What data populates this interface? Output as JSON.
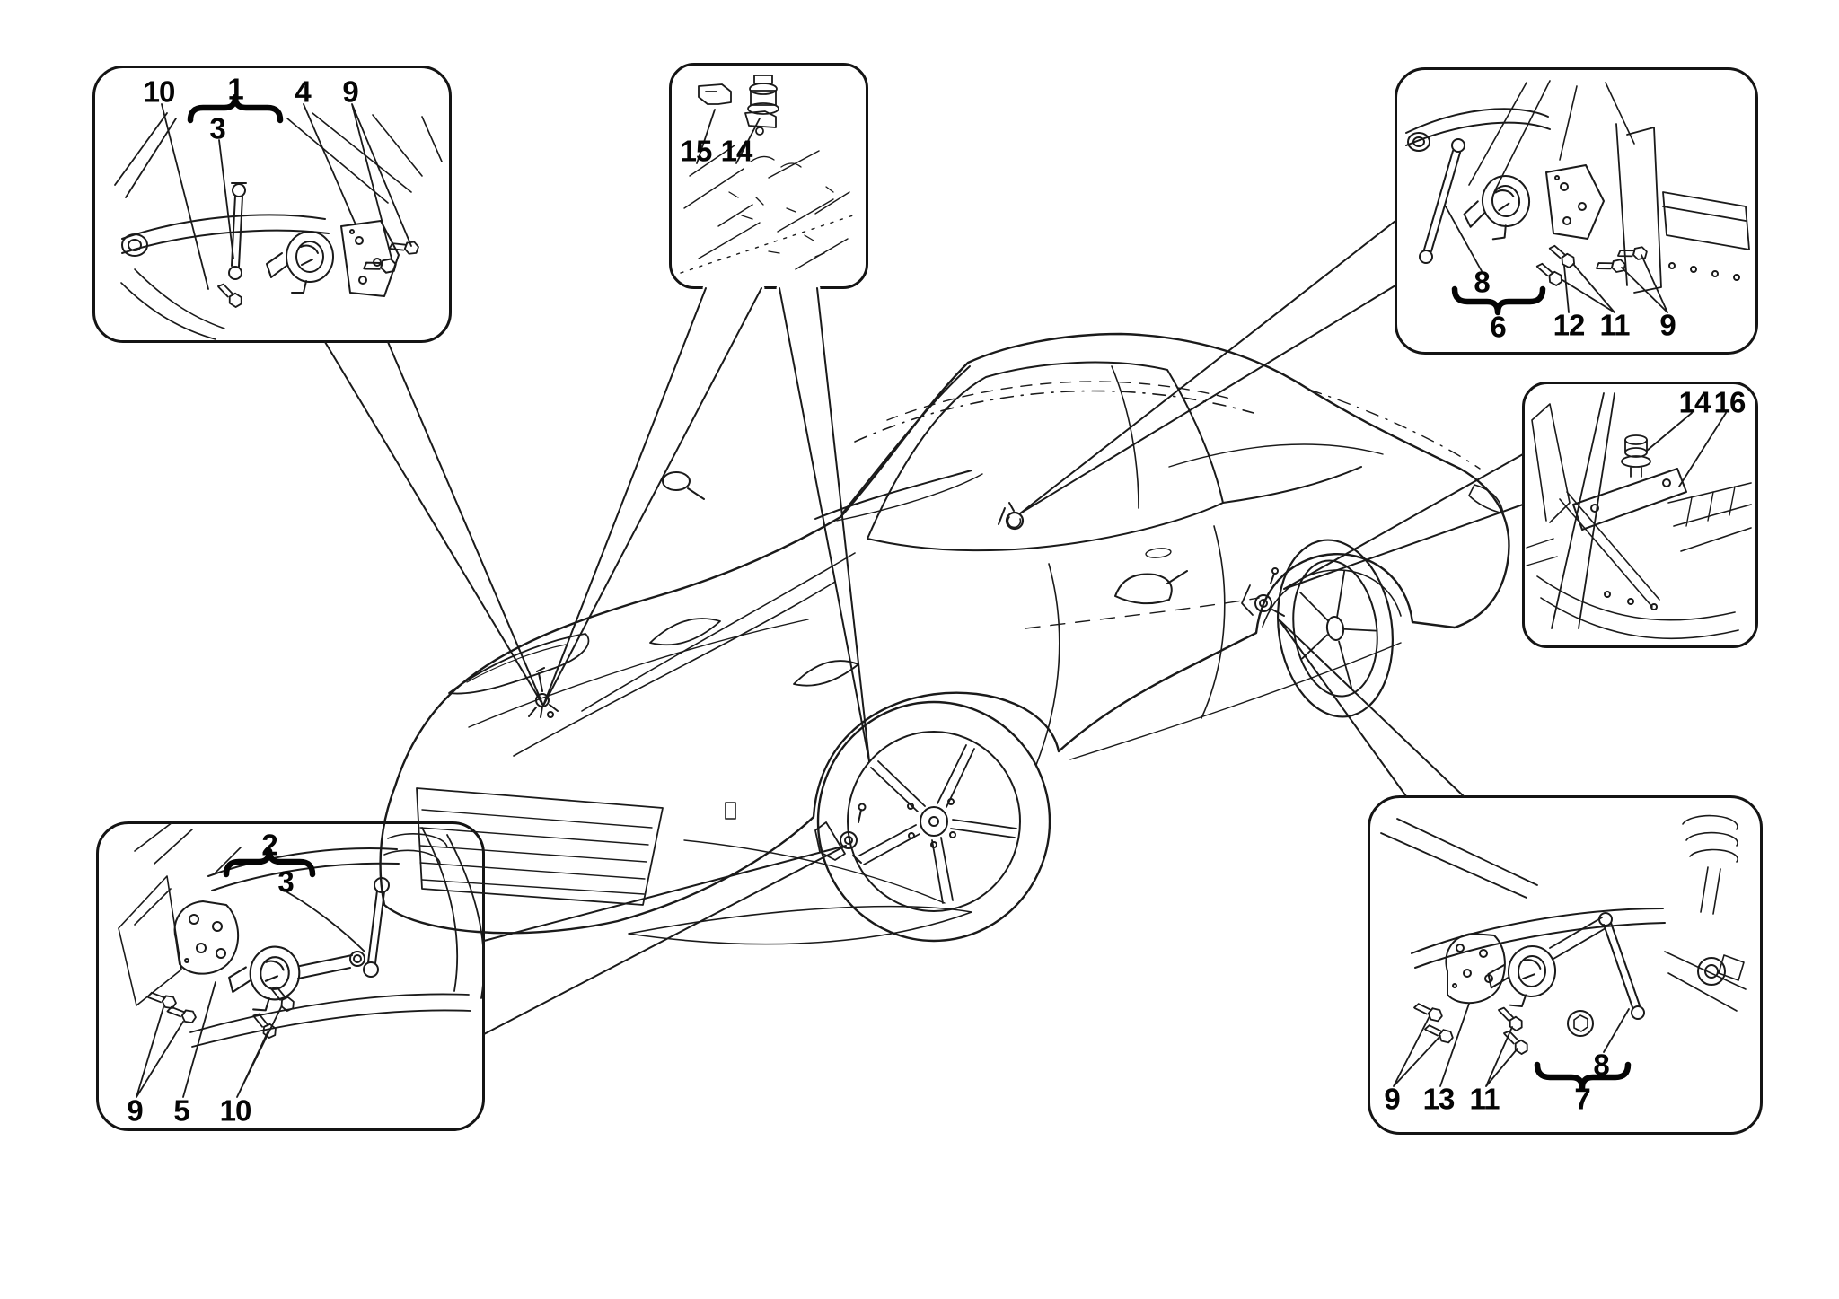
{
  "diagram": {
    "background_color": "#ffffff",
    "line_color": "#1a1a1a",
    "label_color": "#050505",
    "vehicle_illustration": "sports-car-front-three-quarter-line-drawing",
    "callouts": [
      {
        "name": "front-left-suspension-detail",
        "labels": [
          "10",
          "1",
          "3",
          "4",
          "9"
        ],
        "brace": {
          "for": "1",
          "type": "over"
        }
      },
      {
        "name": "engine-bay-detail",
        "labels": [
          "15",
          "14"
        ]
      },
      {
        "name": "rear-right-suspension-detail",
        "labels": [
          "8",
          "6",
          "12",
          "11",
          "9"
        ],
        "brace": {
          "for": "6",
          "type": "under"
        }
      },
      {
        "name": "chassis-frame-detail",
        "labels": [
          "14",
          "16"
        ]
      },
      {
        "name": "front-lower-suspension-detail",
        "labels": [
          "2",
          "3",
          "9",
          "5",
          "10"
        ],
        "brace": {
          "for": "2",
          "type": "over"
        }
      },
      {
        "name": "rear-left-suspension-detail",
        "labels": [
          "9",
          "13",
          "11",
          "8",
          "7"
        ],
        "brace": {
          "for": "7",
          "type": "under"
        }
      }
    ],
    "sensor_markers": [
      "hood-height-sensor-marker",
      "front-wheel-height-sensor-marker",
      "windshield-base-sensor-marker",
      "rear-wheel-height-sensor-marker"
    ]
  }
}
